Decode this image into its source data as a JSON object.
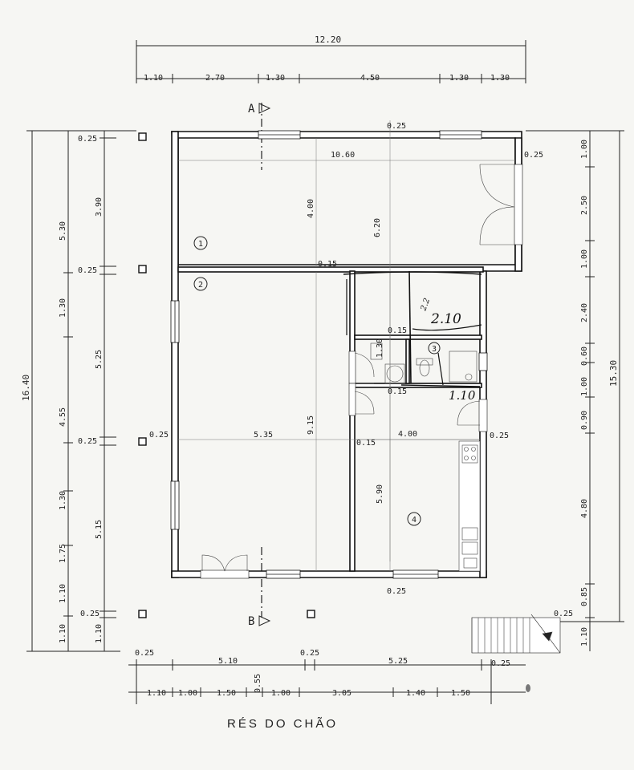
{
  "title": "RÉS DO CHÃO",
  "section_marks": {
    "a": "A",
    "b": "B"
  },
  "rooms": [
    "1",
    "2",
    "3",
    "4"
  ],
  "top_overall": "12.20",
  "top_segments": [
    "1.10",
    "2.70",
    "1.30",
    "4.50",
    "1.30",
    "1.30"
  ],
  "bottom_upper": [
    "0.25",
    "5.10",
    "0.25",
    "5.25",
    "0.25"
  ],
  "bottom_lower": [
    "1.10",
    "1.00",
    "1.50",
    "0.55",
    "1.00",
    "3.05",
    "1.40",
    "1.50"
  ],
  "left_overall": "16.40",
  "left_mid": [
    "5.30",
    "1.30",
    "4.55",
    "1.30",
    "1.75",
    "1.10",
    "1.10"
  ],
  "left_inner": [
    "0.25",
    "3.90",
    "0.25",
    "5.25",
    "0.25",
    "5.15",
    "0.25",
    "1.10"
  ],
  "right_overall": "15.30",
  "right_segments": [
    "1.00",
    "2.50",
    "1.00",
    "2.40",
    "0.60",
    "1.00",
    "0.90",
    "4.80",
    "0.85",
    "1.10"
  ],
  "interior": {
    "d025_top": "0.25",
    "d1060": "10.60",
    "d025_right_top": "0.25",
    "d400": "4.00",
    "d620": "6.20",
    "d015_a": "0.15",
    "d015_b": "0.15",
    "d130": "1.30",
    "d015_c": "0.15",
    "d025_left_mid": "0.25",
    "d535": "5.35",
    "d915": "9.15",
    "d015_d": "0.15",
    "d400_b": "4.00",
    "d025_right_mid": "0.25",
    "d590": "5.90",
    "d025_bottom": "0.25",
    "d025_stair": "0.25"
  },
  "handwritten": {
    "h210": "2.10",
    "h110": "1.10",
    "h22": "2.2"
  }
}
